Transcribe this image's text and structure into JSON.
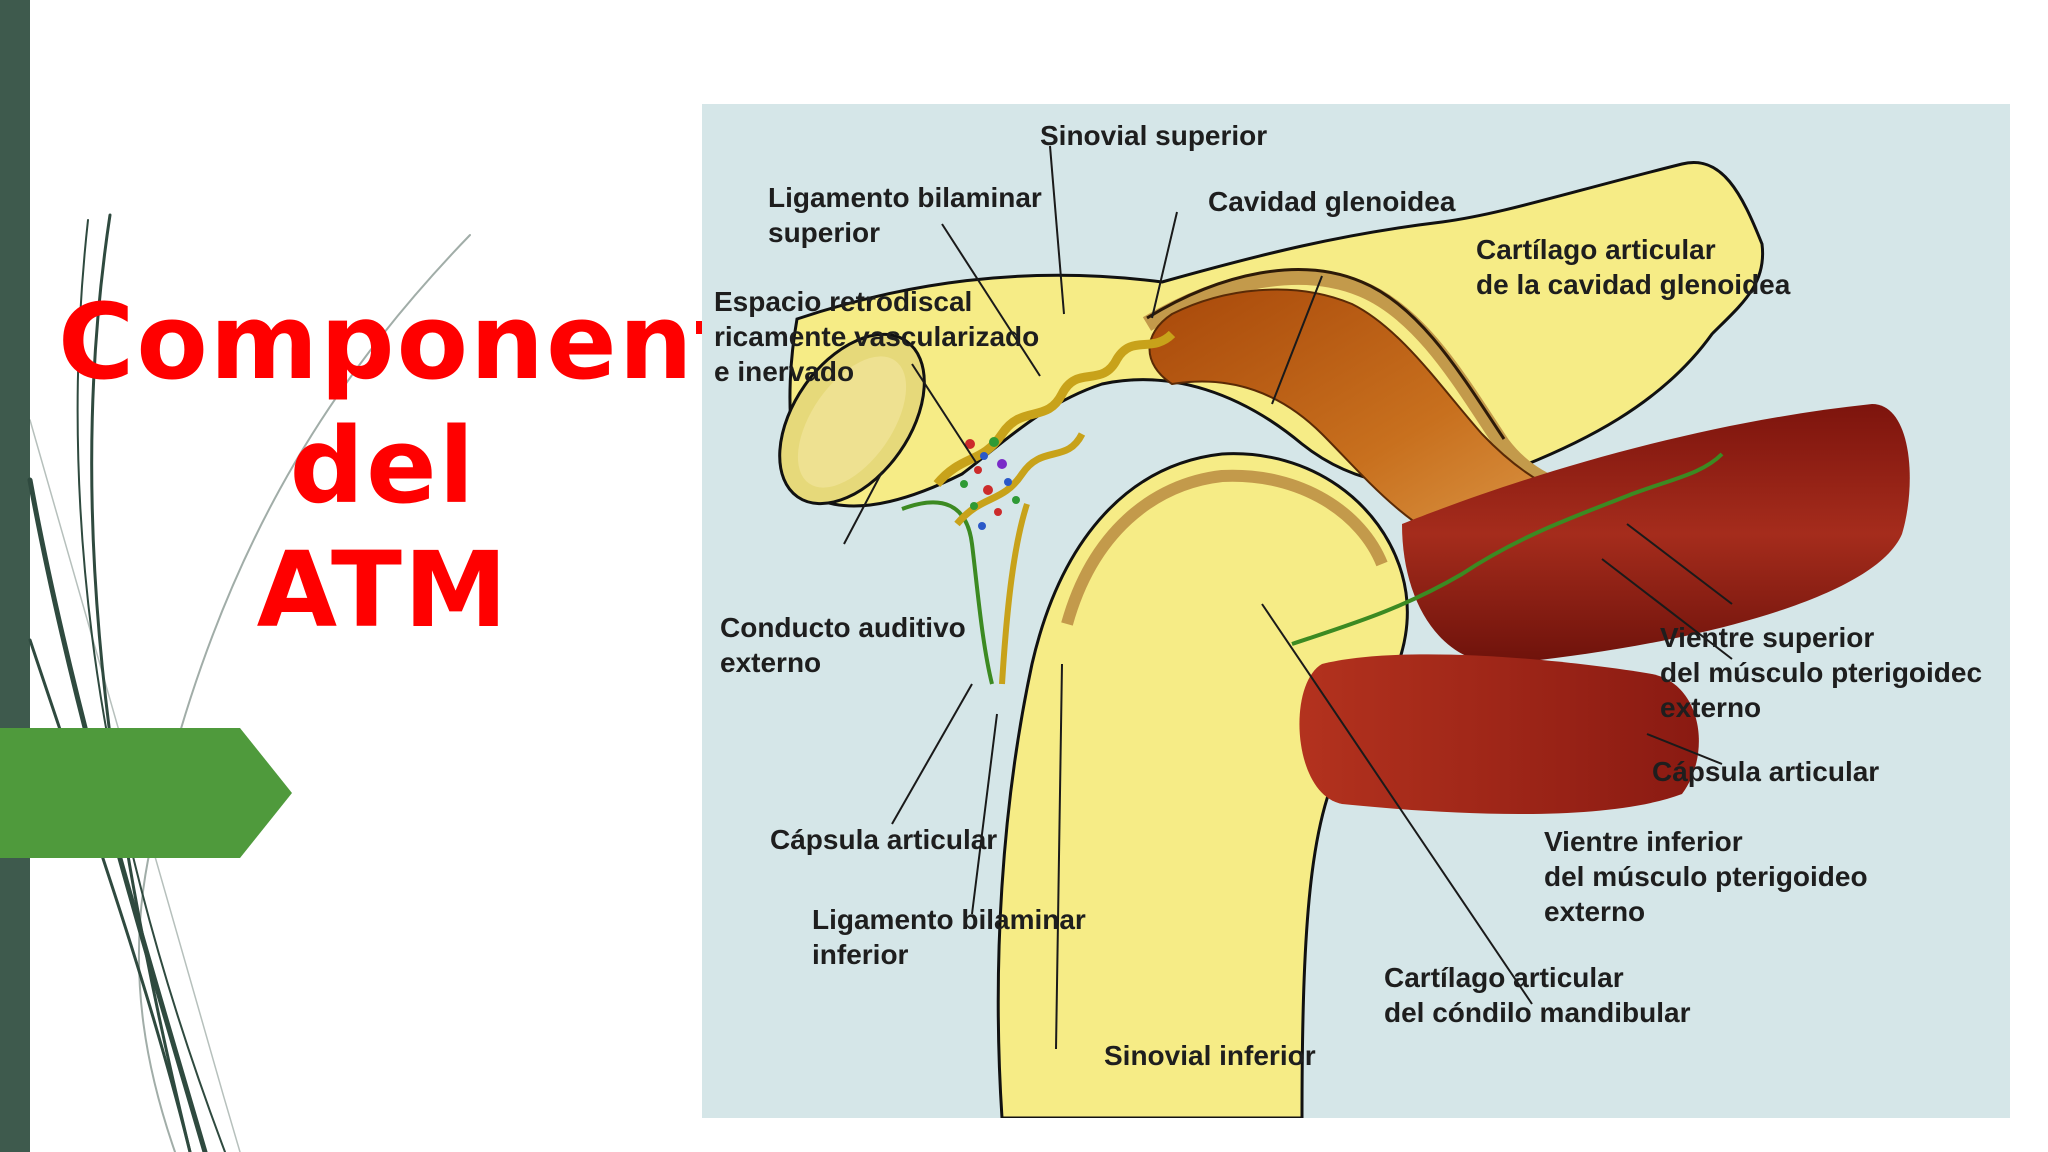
{
  "slide": {
    "title_lines": [
      "Componentes",
      "del",
      "ATM"
    ],
    "colors": {
      "title": "#ff0000",
      "left_bar": "#3e5a4d",
      "arrow_tab": "#4f9a3c",
      "deco_lines": "#2f4a3f",
      "panel_bg": "#d5e6e8",
      "bone": "#f6ec86",
      "disc": "#b4580f",
      "muscle": "#8f1d14",
      "synovial": "#3c8a22",
      "label_text": "#1e1e1e"
    },
    "icons": [
      "arrow-tab-icon"
    ]
  },
  "diagram": {
    "labels": {
      "sinovial_superior": [
        "Sinovial superior"
      ],
      "lig_bilaminar_superior": [
        "Ligamento bilaminar",
        "superior"
      ],
      "cavidad_glenoidea": [
        "Cavidad glenoidea"
      ],
      "cartilago_cavidad": [
        "Cartílago articular",
        "de la cavidad glenoidea"
      ],
      "espacio_retrodiscal": [
        "Espacio retrodiscal",
        "ricamente vascularizado",
        "e inervado"
      ],
      "conducto_auditivo": [
        "Conducto auditivo",
        "externo"
      ],
      "vientre_superior": [
        "Vientre superior",
        "del músculo pterigoidec",
        "externo"
      ],
      "capsula_derecha": [
        "Cápsula articular"
      ],
      "capsula_izquierda": [
        "Cápsula articular"
      ],
      "vientre_inferior": [
        "Vientre inferior",
        "del músculo pterigoideo",
        "externo"
      ],
      "lig_bilaminar_inferior": [
        "Ligamento bilaminar",
        "inferior"
      ],
      "cartilago_condilo": [
        "Cartílago articular",
        "del cóndilo mandibular"
      ],
      "sinovial_inferior": [
        "Sinovial inferior"
      ]
    }
  }
}
